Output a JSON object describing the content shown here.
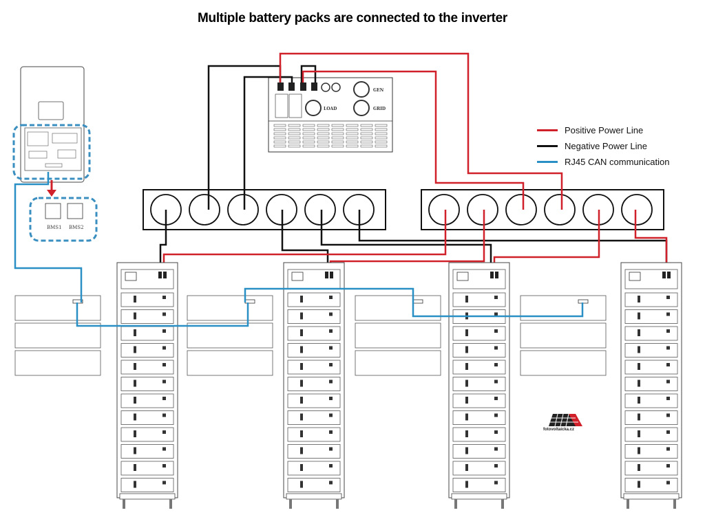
{
  "title": "Multiple battery packs are connected to the inverter",
  "legend": [
    {
      "label": "Positive Power Line",
      "color": "#d0202a",
      "line": "positive"
    },
    {
      "label": "Negative Power Line",
      "color": "#111111",
      "line": "negative"
    },
    {
      "label": "RJ45 CAN communication",
      "color": "#2a8fc4",
      "line": "can"
    }
  ],
  "colors": {
    "positive": "#d0202a",
    "negative": "#111111",
    "can": "#2a8fc4",
    "outline": "#333333",
    "callout": "#3a8fc0"
  },
  "inverter": {
    "ports": [
      "BMS1",
      "BMS2"
    ]
  },
  "junction_box": {
    "labels": [
      "LOAD",
      "GEN",
      "GRID"
    ]
  },
  "busbars": [
    {
      "name": "negative-busbar",
      "terminals": 6
    },
    {
      "name": "positive-busbar",
      "terminals": 6
    }
  ],
  "battery_stacks": [
    {
      "index": 1,
      "modules": 12
    },
    {
      "index": 2,
      "modules": 12
    },
    {
      "index": 3,
      "modules": 12
    },
    {
      "index": 4,
      "modules": 12
    }
  ],
  "battery_modules_side": [
    {
      "index": 1,
      "units": 3
    },
    {
      "index": 2,
      "units": 3
    },
    {
      "index": 3,
      "units": 3
    },
    {
      "index": 4,
      "units": 3
    }
  ],
  "logo": {
    "text": "fotovoltaicka.cz"
  }
}
